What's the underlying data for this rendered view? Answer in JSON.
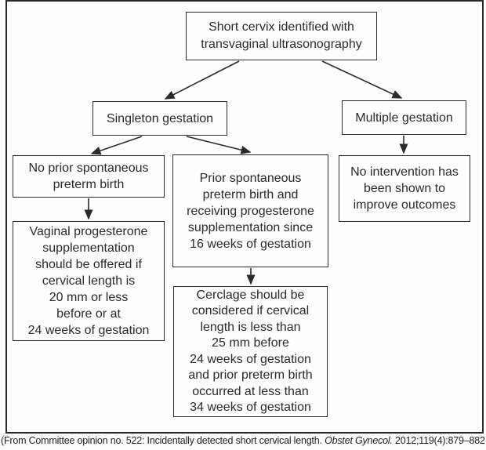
{
  "diagram": {
    "nodes": {
      "root": {
        "text": "Short cervix identified with\ntransvaginal ultrasonography"
      },
      "singleton": {
        "text": "Singleton gestation"
      },
      "multiple": {
        "text": "Multiple gestation"
      },
      "no_prior": {
        "text": "No prior spontaneous\npreterm birth"
      },
      "prior": {
        "text": "Prior spontaneous\npreterm birth and\nreceiving progesterone\nsupplementation since\n16 weeks of gestation"
      },
      "no_intervention": {
        "text": "No intervention has\nbeen shown to\nimprove outcomes"
      },
      "vaginal": {
        "text": "Vaginal progesterone\nsupplementation\nshould be offered if\ncervical length is\n20 mm or less\nbefore or at\n24 weeks of gestation"
      },
      "cerclage": {
        "text": "Cerclage should be\nconsidered if cervical\nlength is less than\n25 mm before\n24 weeks of gestation\nand prior preterm birth\noccurred at less than\n34 weeks of gestation"
      }
    },
    "edges": [
      {
        "from": "root",
        "to": "singleton"
      },
      {
        "from": "root",
        "to": "multiple"
      },
      {
        "from": "singleton",
        "to": "no_prior"
      },
      {
        "from": "singleton",
        "to": "prior"
      },
      {
        "from": "multiple",
        "to": "no_intervention"
      },
      {
        "from": "no_prior",
        "to": "vaginal"
      },
      {
        "from": "prior",
        "to": "cerclage"
      }
    ],
    "colors": {
      "border": "#2b2b2b",
      "text": "#2b2a2a",
      "background": "#fdfdfd"
    }
  },
  "footer": {
    "prefix": "(From Committee opinion no. 522: Incidentally detected short cervical length. ",
    "journal": "Obstet Gynecol.",
    "suffix": " 2012;119(4):879–882.)"
  }
}
